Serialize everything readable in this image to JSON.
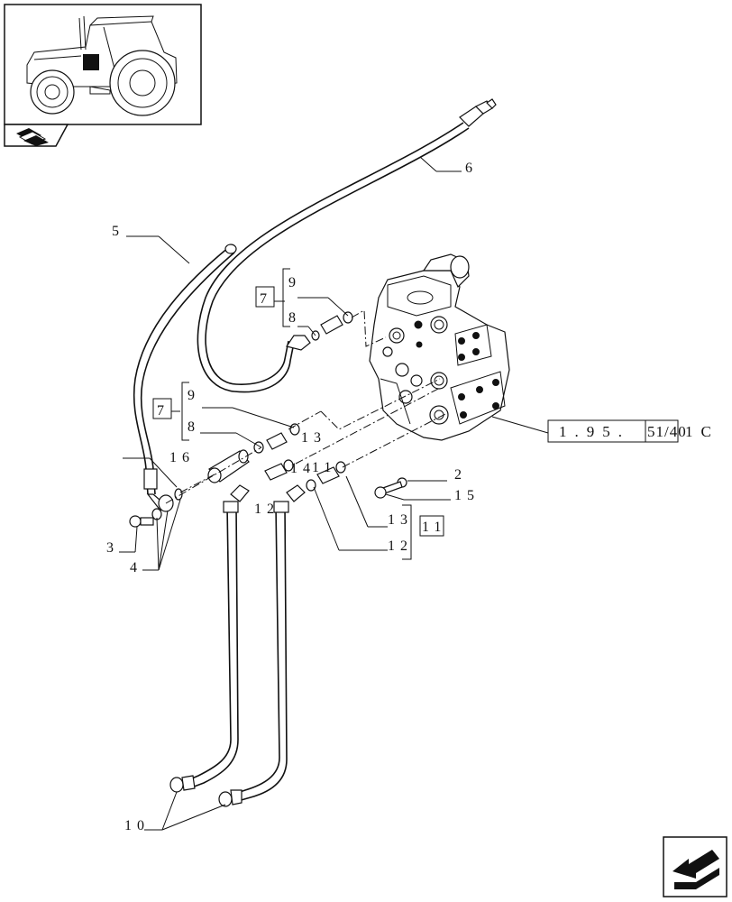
{
  "callouts": {
    "c2": "2",
    "c3": "3",
    "c4": "4",
    "c5": "5",
    "c6": "6",
    "c7a": "7",
    "c7b": "7",
    "c8a": "8",
    "c8b": "8",
    "c9a": "9",
    "c9b": "9",
    "c10": "10",
    "c11": "11",
    "c12a": "12",
    "c12b": "12",
    "c13a": "13",
    "c13b": "13",
    "c14": "14",
    "c15": "15",
    "c16": "16"
  },
  "reference": {
    "part1": "1.95.",
    "part2": "51/40",
    "part3": "1C"
  },
  "icons": {
    "thumbnail": "tractor-location-thumbnail-icon",
    "section": "book-pages-icon",
    "navigation": "next-page-arrow-icon"
  }
}
